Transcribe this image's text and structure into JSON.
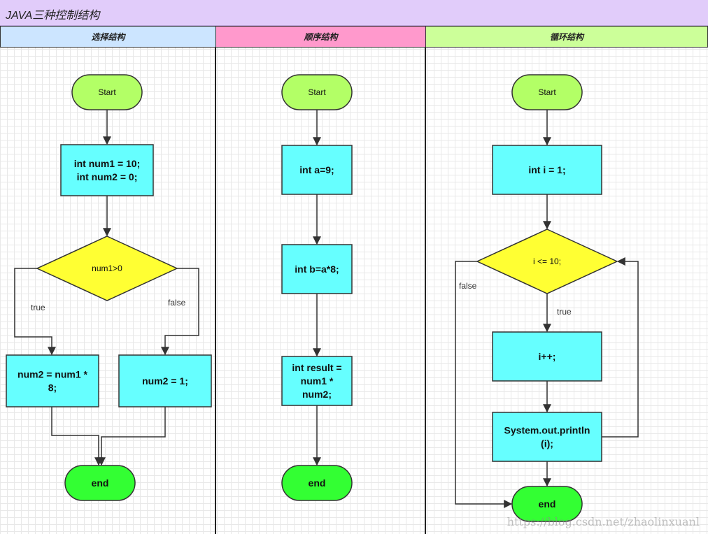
{
  "title": "JAVA三种控制结构",
  "colors": {
    "title_bg": "#e1ccfa",
    "lane_selection": "#cce5ff",
    "lane_sequence": "#ff99cc",
    "lane_loop": "#ccff99",
    "terminal_start": "#b3ff66",
    "terminal_end": "#33ff33",
    "process": "#66ffff",
    "decision": "#ffff33"
  },
  "lanes": [
    {
      "label": "选择结构"
    },
    {
      "label": "顺序结构"
    },
    {
      "label": "循环结构"
    }
  ],
  "selection": {
    "start": "Start",
    "init": [
      "int num1 = 10;",
      "int num2 = 0;"
    ],
    "condition": "num1>0",
    "true_label": "true",
    "false_label": "false",
    "true_branch": [
      "num2 = num1 *",
      "8;"
    ],
    "false_branch": [
      "num2 = 1;"
    ],
    "end": "end"
  },
  "sequence": {
    "start": "Start",
    "step1": [
      "int a=9;"
    ],
    "step2": [
      "int b=a*8;"
    ],
    "step3": [
      "int result =",
      "num1 *",
      "num2;"
    ],
    "end": "end"
  },
  "loop": {
    "start": "Start",
    "init": [
      "int i = 1;"
    ],
    "condition": "i <= 10;",
    "true_label": "true",
    "false_label": "false",
    "increment": [
      "i++;"
    ],
    "print": [
      "System.out.println",
      "(i);"
    ],
    "end": "end"
  },
  "watermark": "https://blog.csdn.net/zhaolinxuanl"
}
